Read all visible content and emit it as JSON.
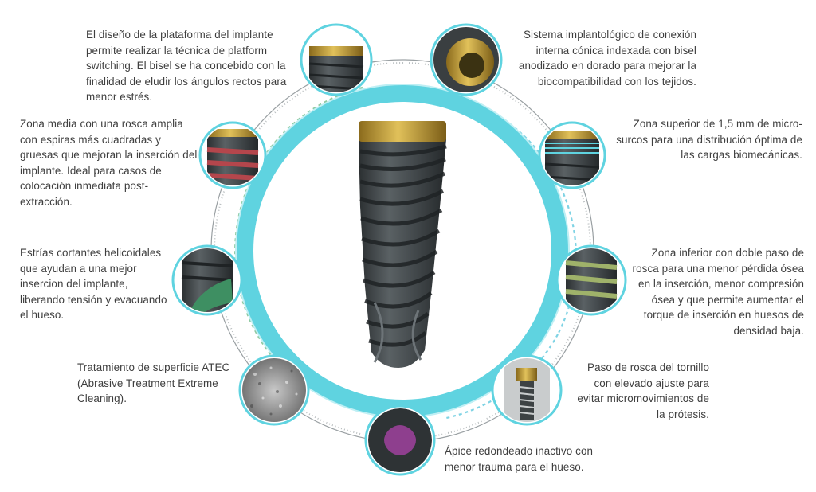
{
  "annotations": {
    "platform_switching": "El diseño de la plataforma del implante permite realizar la técnica de platform switching. El bisel se ha concebido con la finalidad de eludir los ángulos rectos para menor estrés.",
    "conical_connection": "Sistema implantológico de conexión interna cónica indexada con bisel anodizado en dorado para mejorar la biocompatibilidad con los tejidos.",
    "middle_zone": "Zona media con una rosca amplia con espiras más cuadradas y gruesas que mejoran la inserción del implante. Ideal para casos de colocación inmediata post-extracción.",
    "upper_zone": "Zona superior de 1,5 mm de micro-surcos para una distribución óptima de las cargas biomecánicas.",
    "cutting_flutes": "Estrías cortantes helicoidales que ayudan a una mejor insercion del implante, liberando tensión y evacuando el hueso.",
    "lower_zone": "Zona inferior con doble paso de rosca para una menor pérdida ósea en la inserción, menor compresión ósea y que permite aumentar el torque de inserción en huesos de densidad baja.",
    "surface_treatment": "Tratamiento de superficie ATEC (Abrasive Treatment Extreme Cleaning).",
    "screw_thread": "Paso de rosca del tornillo con elevado ajuste para evitar micromovimientos de la prótesis.",
    "apex": "Ápice redondeado inactivo con menor trauma para el hueso."
  },
  "colors": {
    "ring": "#5fd3e0",
    "ring_light": "#bfeff4",
    "implant_body": "#3f4548",
    "gold": "#c9a23a",
    "thread_red": "#b4464c",
    "flute_green": "#3e8f62",
    "lower_green": "#9fb26a",
    "apex_purple": "#8e3f8e",
    "dashed_green": "#8ec9a0",
    "dashed_blue": "#7fd3e4"
  },
  "icons": [
    "platform-detail-icon",
    "conical-connection-icon",
    "middle-thread-icon",
    "micro-grooves-icon",
    "cutting-flutes-icon",
    "double-thread-icon",
    "surface-texture-icon",
    "prosthesis-screw-icon",
    "apex-icon"
  ]
}
